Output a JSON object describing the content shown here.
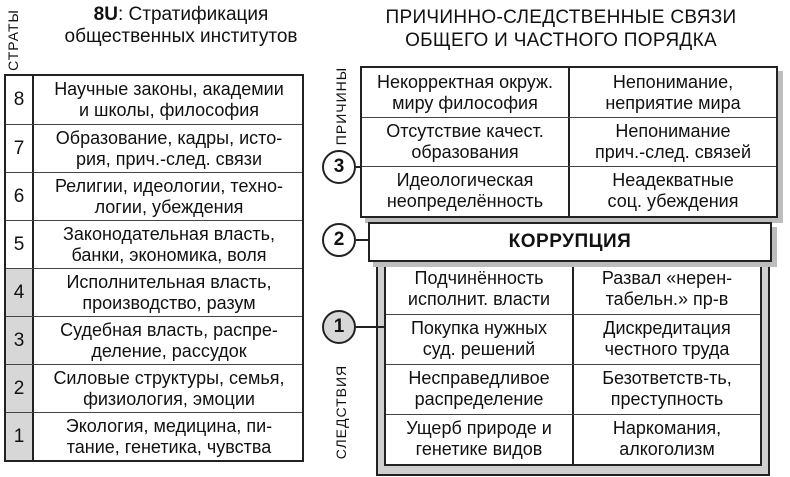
{
  "left": {
    "title_code": "8U",
    "title_line1_rest": ": Стратификация",
    "title_line2": "общественных институтов",
    "strata_label": "СТРАТЫ",
    "rows": [
      {
        "num": "8",
        "line1": "Научные законы, академии",
        "line2": "и школы, философия"
      },
      {
        "num": "7",
        "line1": "Образование, кадры, исто-",
        "line2": "рия, прич.-след. связи"
      },
      {
        "num": "6",
        "line1": "Религии, идеологии, техно-",
        "line2": "логии, убеждения"
      },
      {
        "num": "5",
        "line1": "Законодательная власть,",
        "line2": "банки, экономика, воля"
      },
      {
        "num": "4",
        "line1": "Исполнительная власть,",
        "line2": "производство, разум"
      },
      {
        "num": "3",
        "line1": "Судебная власть, распре-",
        "line2": "деление, рассудок"
      },
      {
        "num": "2",
        "line1": "Силовые структуры, семья,",
        "line2": "физиология, эмоции"
      },
      {
        "num": "1",
        "line1": "Экология, медицина, пи-",
        "line2": "тание, генетика, чувства"
      }
    ]
  },
  "right": {
    "title_line1": "ПРИЧИННО-СЛЕДСТВЕННЫЕ СВЯЗИ",
    "title_line2": "ОБЩЕГО И ЧАСТНОГО ПОРЯДКА",
    "causes_label": "ПРИЧИНЫ",
    "consequences_label": "СЛЕДСТВИЯ",
    "causes": [
      {
        "l1": "Некорректная окруж.",
        "l2": "миру философия",
        "r1": "Непонимание,",
        "r2": "неприятие мира"
      },
      {
        "l1": "Отсутствие качест.",
        "l2": "образования",
        "r1": "Непонимание",
        "r2": "прич.-след. связей"
      },
      {
        "l1": "Идеологическая",
        "l2": "неопределённость",
        "r1": "Неадекватные",
        "r2": "соц. убеждения"
      }
    ],
    "corruption": "КОРРУПЦИЯ",
    "consequences": [
      {
        "l1": "Подчинённость",
        "l2": "исполнит. власти",
        "r1": "Развал «нерен-",
        "r2": "табельн.» пр-в"
      },
      {
        "l1": "Покупка нужных",
        "l2": "суд. решений",
        "r1": "Дискредитация",
        "r2": "честного труда"
      },
      {
        "l1": "Несправедливое",
        "l2": "распределение",
        "r1": "Безответств-ть,",
        "r2": "преступность"
      },
      {
        "l1": "Ущерб природе и",
        "l2": "генетике видов",
        "r1": "Наркомания,",
        "r2": "алкоголизм"
      }
    ],
    "circles": [
      "3",
      "2",
      "1"
    ]
  }
}
